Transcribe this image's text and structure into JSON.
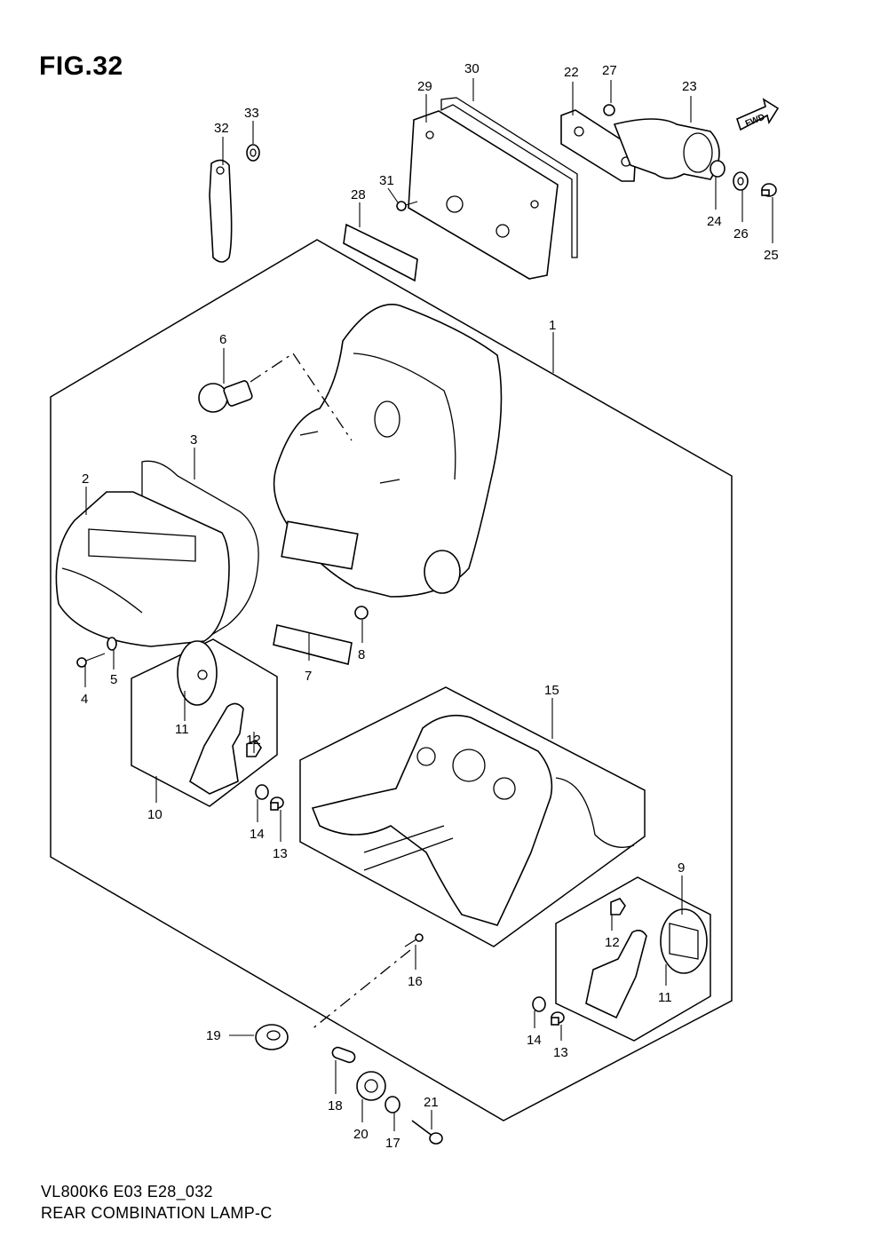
{
  "figure": {
    "title": "FIG.32",
    "model_code": "VL800K6 E03 E28_032",
    "caption": "REAR COMBINATION LAMP-C",
    "fwd_badge": "FWD"
  },
  "callouts": {
    "c1": "1",
    "c2": "2",
    "c3": "3",
    "c4": "4",
    "c5": "5",
    "c6": "6",
    "c7": "7",
    "c8": "8",
    "c9": "9",
    "c10": "10",
    "c11a": "11",
    "c11b": "11",
    "c12a": "12",
    "c12b": "12",
    "c13a": "13",
    "c13b": "13",
    "c14a": "14",
    "c14b": "14",
    "c15": "15",
    "c16": "16",
    "c17": "17",
    "c18": "18",
    "c19": "19",
    "c20": "20",
    "c21": "21",
    "c22": "22",
    "c23": "23",
    "c24": "24",
    "c25": "25",
    "c26": "26",
    "c27": "27",
    "c28": "28",
    "c29": "29",
    "c30": "30",
    "c31": "31",
    "c32": "32",
    "c33": "33"
  }
}
